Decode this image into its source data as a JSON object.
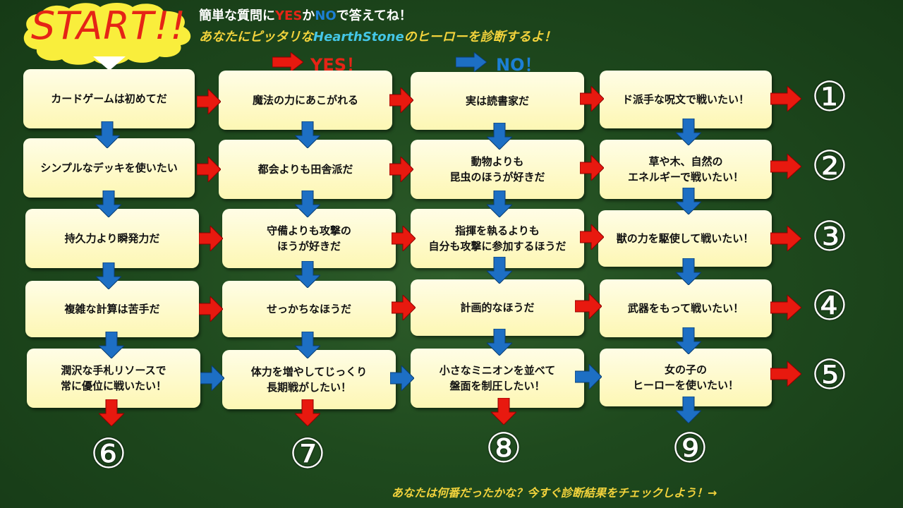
{
  "header": {
    "start": "START!!",
    "intro_line1_a": "簡単な質問に",
    "intro_line1_yes": "YES",
    "intro_line1_ka": "か",
    "intro_line1_no": "NO",
    "intro_line1_b": "で答えてね！",
    "intro_line2_a": "あなたにピッタリな",
    "intro_line2_hs": "HearthStone",
    "intro_line2_b": "のヒーローを診断するよ！",
    "yes_label": "YES！",
    "no_label": "NO！"
  },
  "columns": [
    [
      "カードゲームは初めてだ",
      "シンプルなデッキを使いたい",
      "持久力より瞬発力だ",
      "複雑な計算は苦手だ",
      "潤沢な手札リソースで\n常に優位に戦いたい！"
    ],
    [
      "魔法の力にあこがれる",
      "都会よりも田舎派だ",
      "守備よりも攻撃の\nほうが好きだ",
      "せっかちなほうだ",
      "体力を増やしてじっくり\n長期戦がしたい！"
    ],
    [
      "実は読書家だ",
      "動物よりも\n昆虫のほうが好きだ",
      "指揮を執るよりも\n自分も攻撃に参加するほうだ",
      "計画的なほうだ",
      "小さなミニオンを並べて\n盤面を制圧したい！"
    ],
    [
      "ド派手な呪文で戦いたい！",
      "草や木、自然の\nエネルギーで戦いたい！",
      "獣の力を駆使して戦いたい！",
      "武器をもって戦いたい！",
      "女の子の\nヒーローを使いたい！"
    ]
  ],
  "results_right": [
    "①",
    "②",
    "③",
    "④",
    "⑤"
  ],
  "results_bottom": [
    "⑥",
    "⑦",
    "⑧",
    "⑨"
  ],
  "footer": "あなたは何番だったかな？今すぐ診断結果をチェックしよう！→",
  "colors": {
    "yes_arrow": "#e8190f",
    "no_arrow": "#1d6fc4",
    "box": "#fdf7b4",
    "accent": "#f2d33c"
  }
}
